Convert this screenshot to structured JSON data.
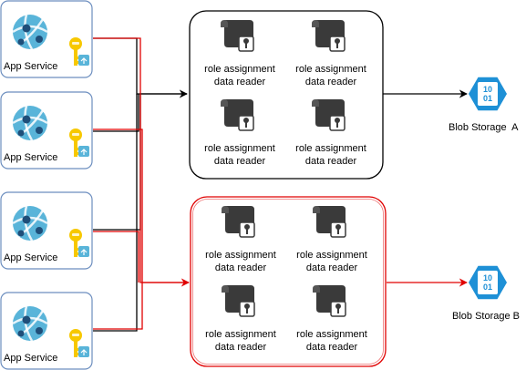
{
  "app_services": [
    {
      "label": "App Service"
    },
    {
      "label": "App Service"
    },
    {
      "label": "App Service"
    },
    {
      "label": "App Service"
    }
  ],
  "role_groups": [
    {
      "target": "A",
      "border_color": "#000000",
      "items": [
        {
          "line1": "role assignment",
          "line2": "data reader"
        },
        {
          "line1": "role assignment",
          "line2": "data reader"
        },
        {
          "line1": "role assignment",
          "line2": "data reader"
        },
        {
          "line1": "role assignment",
          "line2": "data reader"
        }
      ]
    },
    {
      "target": "B",
      "border_color": "#e00000",
      "items": [
        {
          "line1": "role assignment",
          "line2": "data reader"
        },
        {
          "line1": "role assignment",
          "line2": "data reader"
        },
        {
          "line1": "role assignment",
          "line2": "data reader"
        },
        {
          "line1": "role assignment",
          "line2": "data reader"
        }
      ]
    }
  ],
  "storages": [
    {
      "label": "Blob Storage  A"
    },
    {
      "label": "Blob Storage B"
    }
  ],
  "icons": {
    "app_service": "app-service-icon",
    "key": "key-icon",
    "role_assignment": "role-assignment-scroll-icon",
    "blob_storage": "blob-storage-icon",
    "blob_glyph": "10\n01"
  },
  "colors": {
    "black_connector": "#000000",
    "red_connector": "#e00000",
    "app_box_border": "#6c8ebf",
    "app_icon_blue": "#59b4d9",
    "key_gold": "#f7c800",
    "storage_blue": "#1e90d6",
    "scroll_dark": "#3a3a3a"
  }
}
